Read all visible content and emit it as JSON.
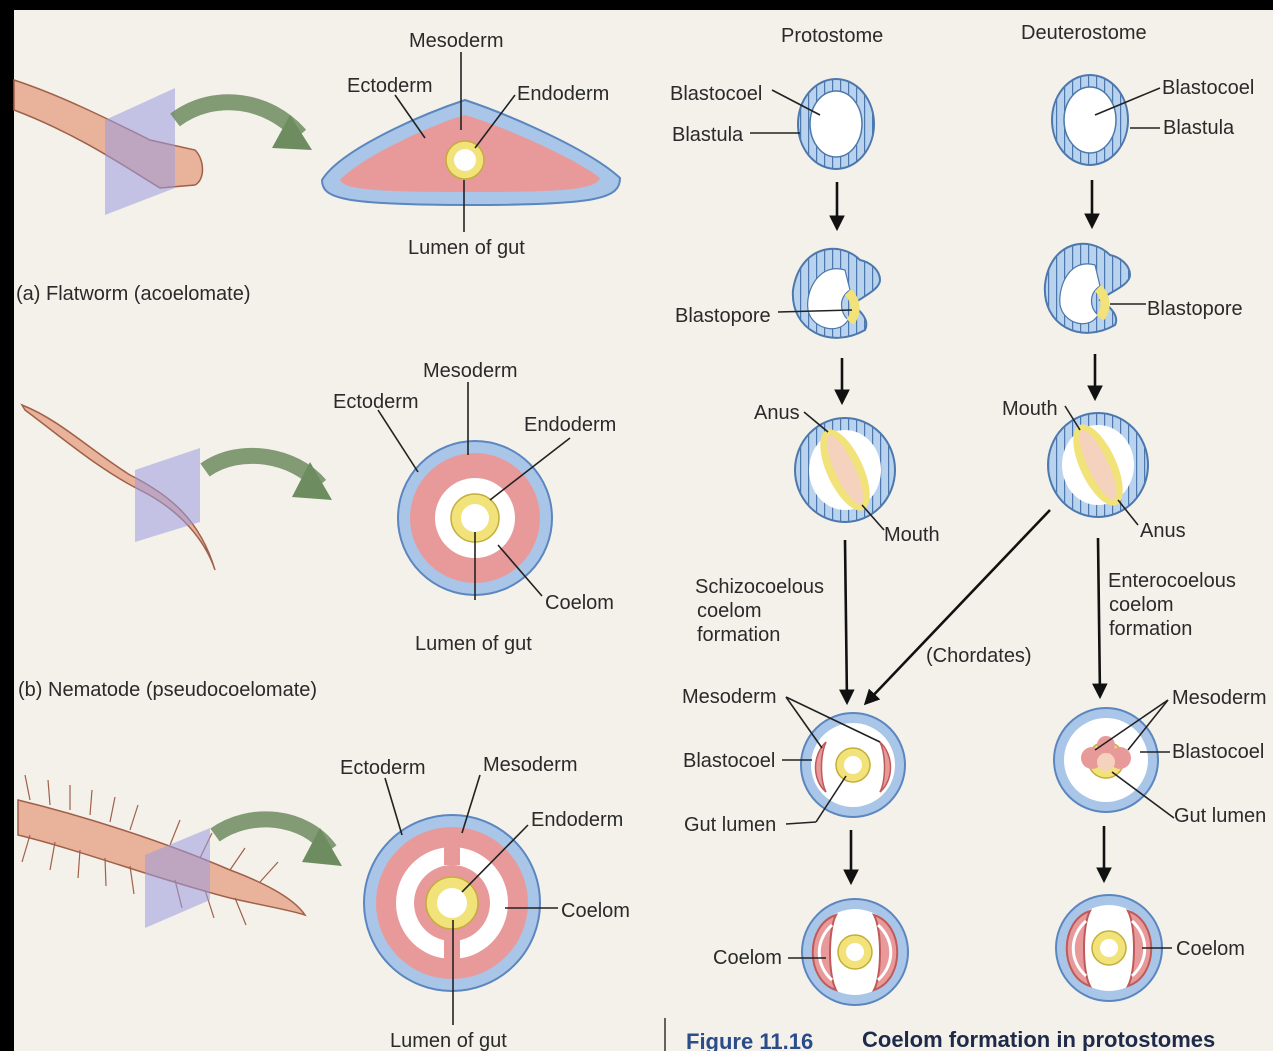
{
  "labels": {
    "a_mesoderm": "Mesoderm",
    "a_ectoderm": "Ectoderm",
    "a_endoderm": "Endoderm",
    "a_lumen": "Lumen of gut",
    "a_caption": "(a) Flatworm (acoelomate)",
    "b_mesoderm": "Mesoderm",
    "b_ectoderm": "Ectoderm",
    "b_endoderm": "Endoderm",
    "b_coelom": "Coelom",
    "b_lumen": "Lumen of gut",
    "b_caption": "(b) Nematode (pseudocoelomate)",
    "c_ectoderm": "Ectoderm",
    "c_mesoderm": "Mesoderm",
    "c_endoderm": "Endoderm",
    "c_coelom": "Coelom",
    "c_lumen": "Lumen of gut",
    "protostome": "Protostome",
    "deuterostome": "Deuterostome",
    "p_blastocoel": "Blastocoel",
    "p_blastula": "Blastula",
    "d_blastocoel": "Blastocoel",
    "d_blastula": "Blastula",
    "p_blastopore": "Blastopore",
    "d_blastopore": "Blastopore",
    "p_anus": "Anus",
    "p_mouth": "Mouth",
    "d_mouth": "Mouth",
    "d_anus": "Anus",
    "schizo_1": "Schizocoelous",
    "schizo_2": "coelom",
    "schizo_3": "formation",
    "entero_1": "Enterocoelous",
    "entero_2": "coelom",
    "entero_3": "formation",
    "chordates": "(Chordates)",
    "p_mesoderm": "Mesoderm",
    "p_blastocoel2": "Blastocoel",
    "p_gutlumen": "Gut lumen",
    "d_mesoderm": "Mesoderm",
    "d_blastocoel2": "Blastocoel",
    "d_gutlumen": "Gut lumen",
    "p_coelom": "Coelom",
    "d_coelom": "Coelom",
    "fig_num": "Figure 11.16",
    "fig_title": "Coelom formation in protostomes"
  },
  "colors": {
    "ectoderm_blue": "#a9c6e8",
    "ectoderm_edge": "#5b86bf",
    "mesoderm_pink": "#e89a9a",
    "endoderm_yellow": "#f2e27a",
    "background": "#f4f1ea",
    "arrow_green": "#6d8c5f",
    "plane_purple": "#9a9ae0"
  }
}
